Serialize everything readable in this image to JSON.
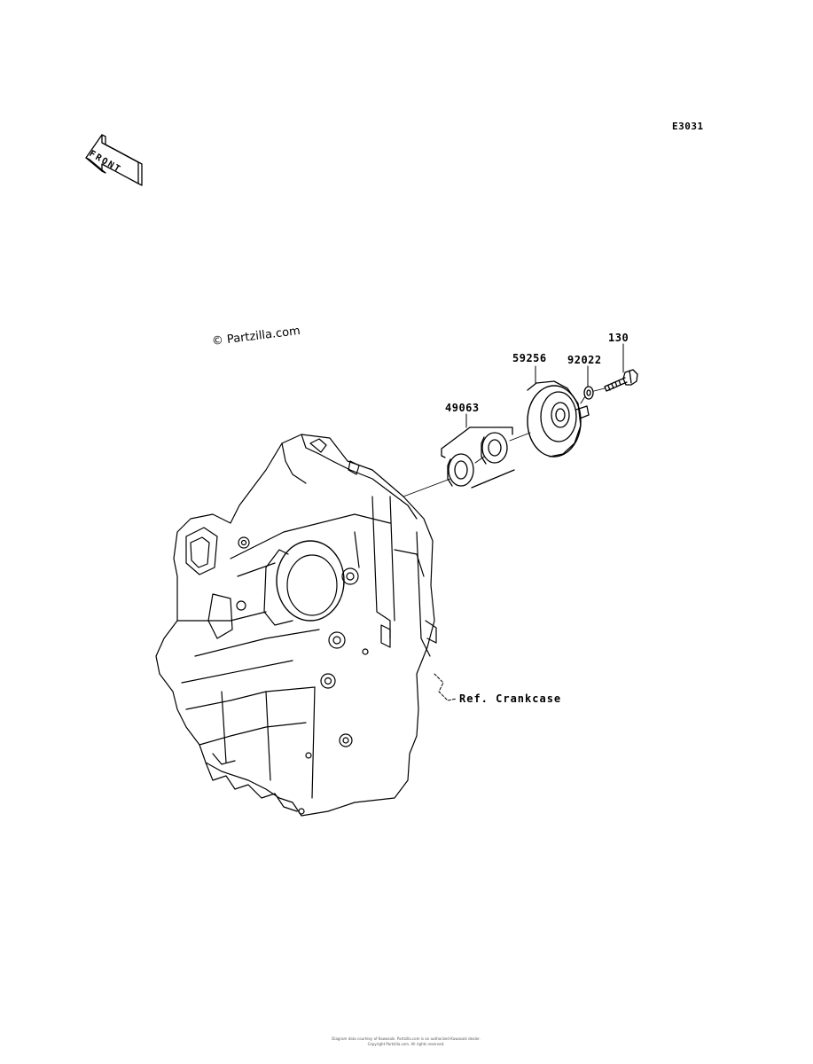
{
  "diagram": {
    "code": "E3031",
    "front_label": "FRONT",
    "watermark": "© Partzilla.com",
    "ref_label": "Ref. Crankcase",
    "parts": [
      {
        "id": "130"
      },
      {
        "id": "59256"
      },
      {
        "id": "92022"
      },
      {
        "id": "49063"
      }
    ],
    "footer_line1": "Diagram data courtesy of Kawasaki. Partzilla.com is an authorized Kawasaki dealer.",
    "footer_line2": "Copyright Partzilla.com. All rights reserved."
  }
}
